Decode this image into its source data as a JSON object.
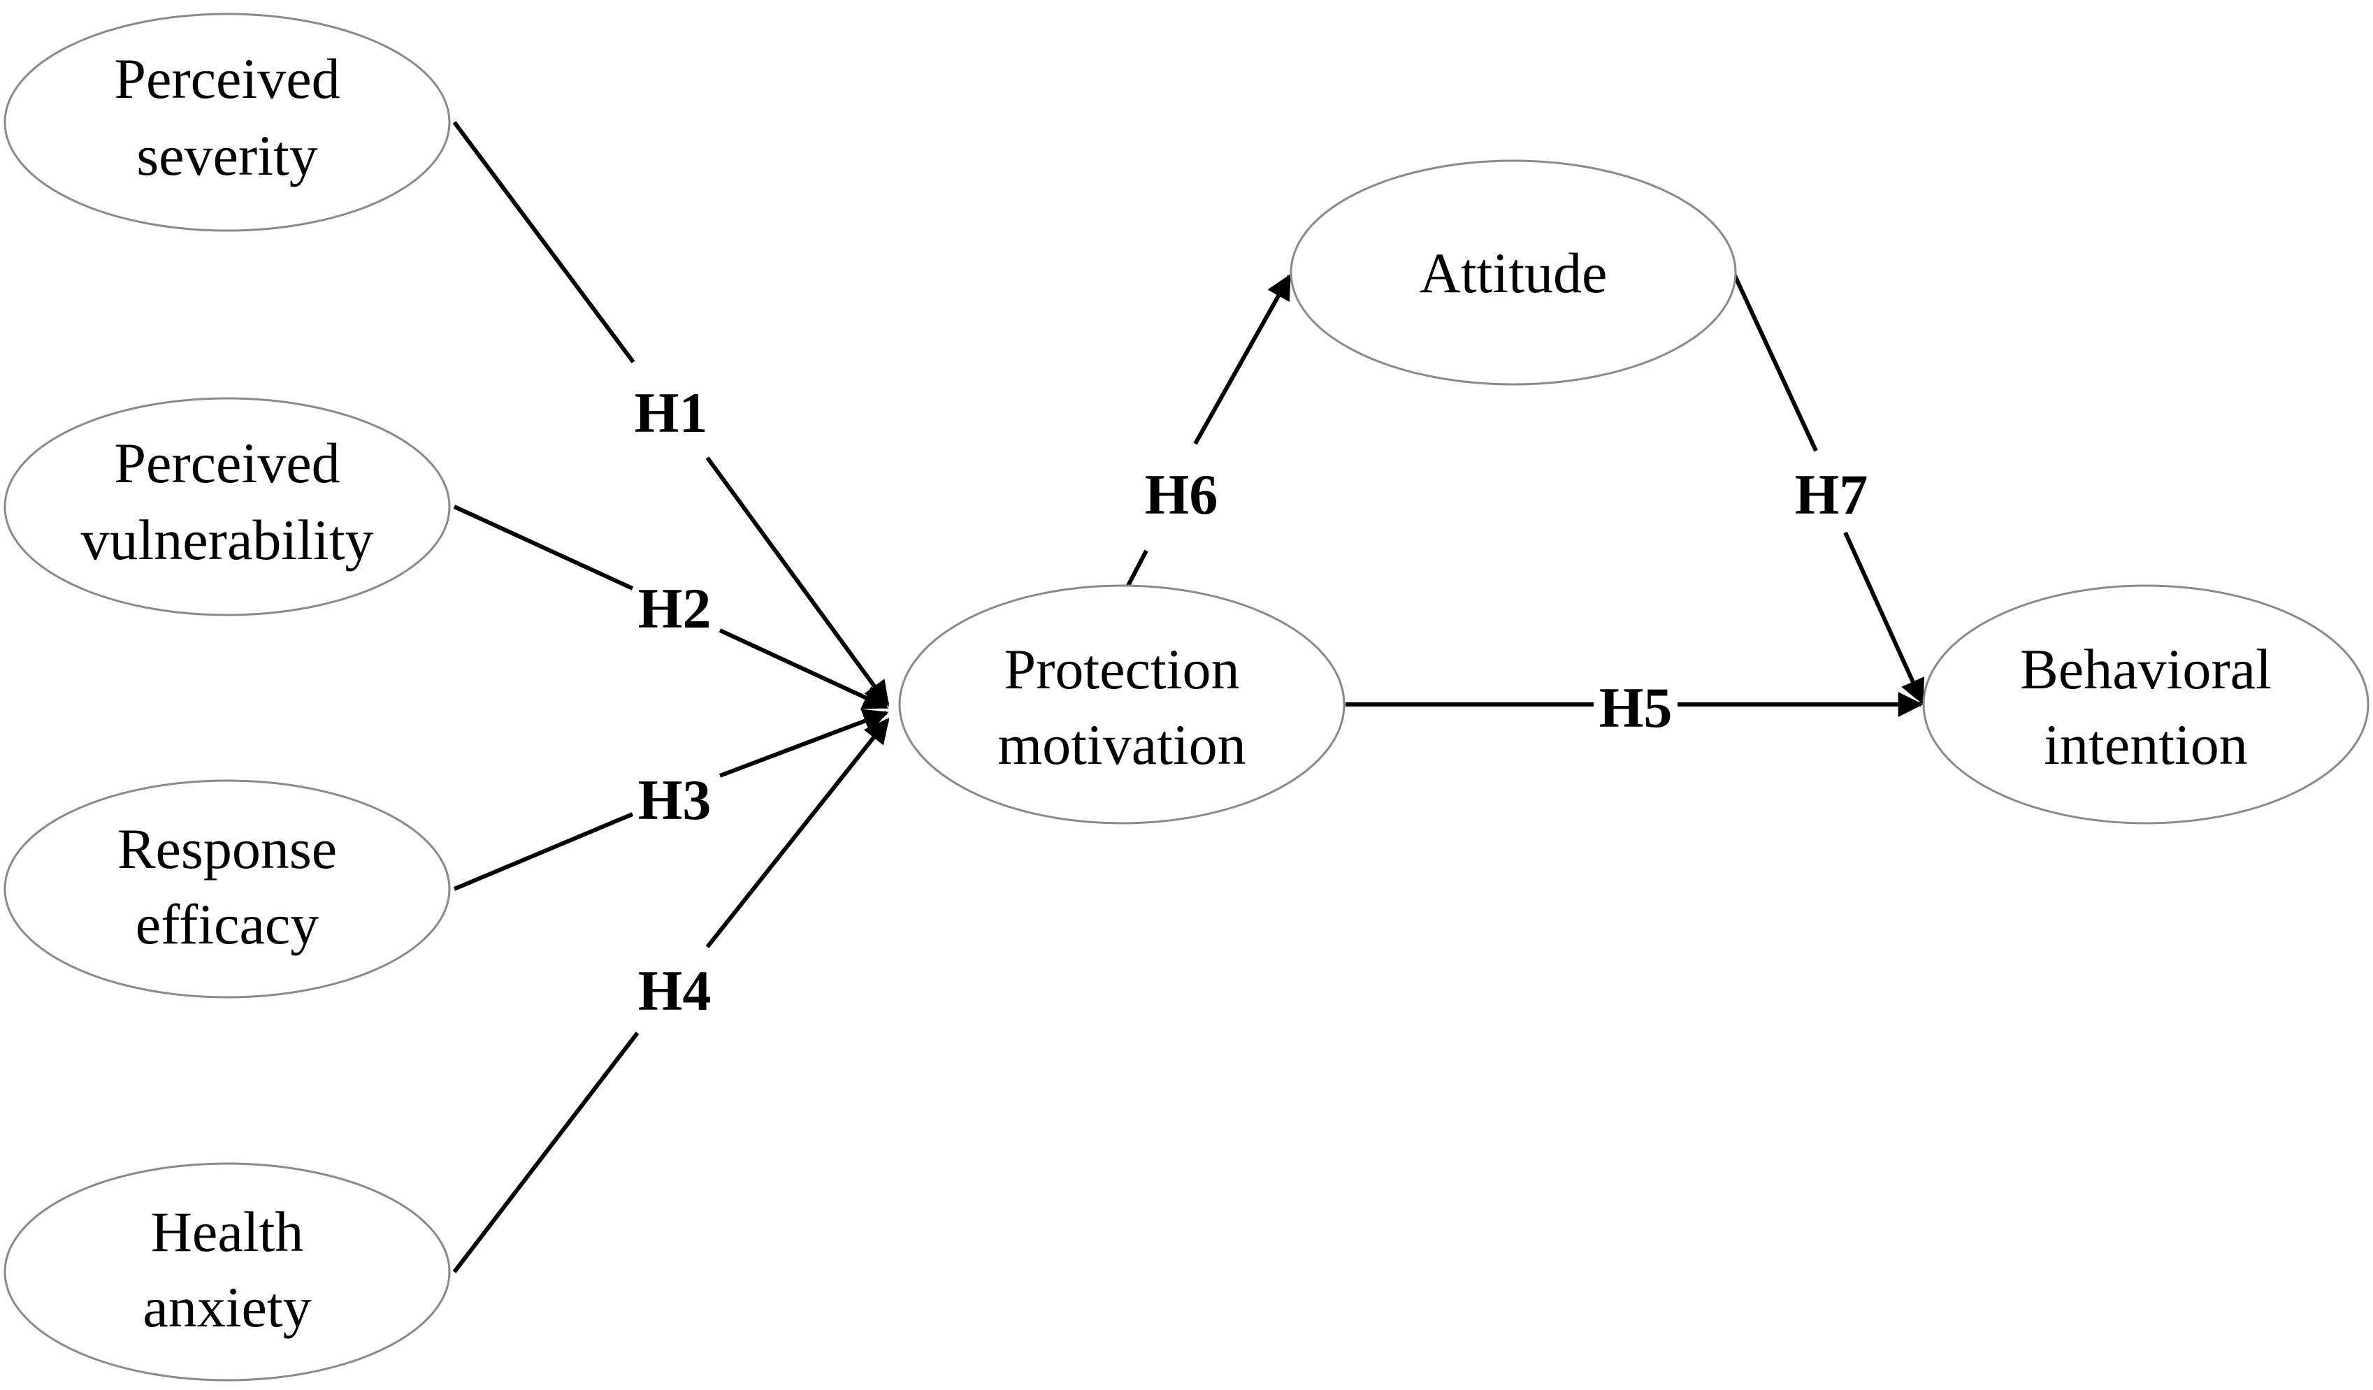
{
  "nodes": {
    "perceived_severity": [
      "Perceived",
      "severity"
    ],
    "perceived_vulnerability": [
      "Perceived",
      "vulnerability"
    ],
    "response_efficacy": [
      "Response",
      "efficacy"
    ],
    "health_anxiety": [
      "Health",
      "anxiety"
    ],
    "protection_motivation": [
      "Protection",
      "motivation"
    ],
    "attitude": [
      "Attitude"
    ],
    "behavioral_intention": [
      "Behavioral",
      "intention"
    ]
  },
  "hypotheses": [
    {
      "id": "h1",
      "label": "H1",
      "from": "perceived_severity",
      "to": "protection_motivation"
    },
    {
      "id": "h2",
      "label": "H2",
      "from": "perceived_vulnerability",
      "to": "protection_motivation"
    },
    {
      "id": "h3",
      "label": "H3",
      "from": "response_efficacy",
      "to": "protection_motivation"
    },
    {
      "id": "h4",
      "label": "H4",
      "from": "health_anxiety",
      "to": "protection_motivation"
    },
    {
      "id": "h5",
      "label": "H5",
      "from": "protection_motivation",
      "to": "behavioral_intention"
    },
    {
      "id": "h6",
      "label": "H6",
      "from": "protection_motivation",
      "to": "attitude"
    },
    {
      "id": "h7",
      "label": "H7",
      "from": "attitude",
      "to": "behavioral_intention"
    }
  ]
}
